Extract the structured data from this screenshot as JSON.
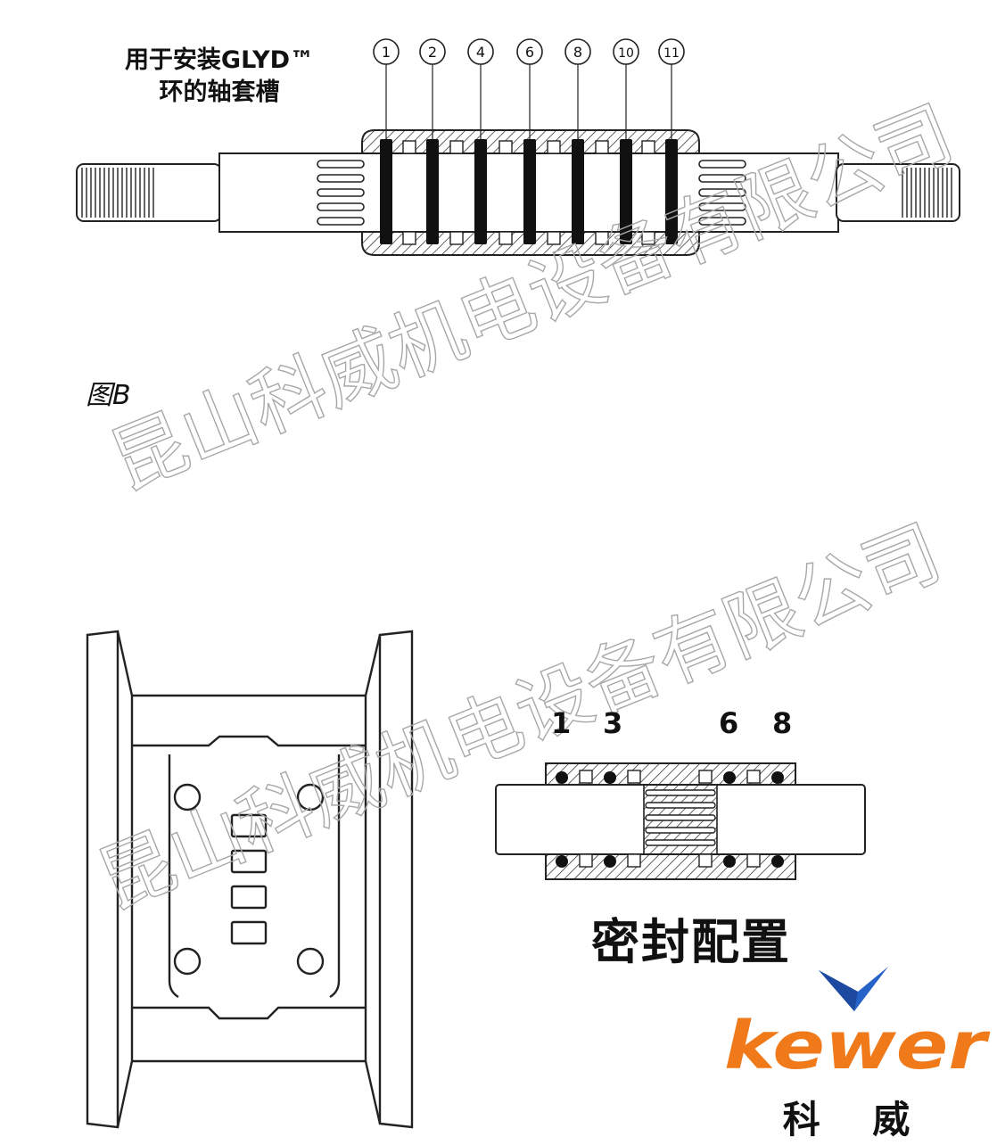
{
  "header": {
    "title_line1": "用于安装GLYD™",
    "title_line2": "环的轴套槽"
  },
  "figure": {
    "label": "图B",
    "groove_numbers": [
      "1",
      "2",
      "4",
      "6",
      "8",
      "10",
      "11"
    ]
  },
  "seal_config": {
    "numbers": [
      "1",
      "3",
      "6",
      "8"
    ],
    "title": "密封配置"
  },
  "watermark": {
    "line1": "昆山科威机电设备有限公司",
    "line2": "昆山科威机电设备有限公司"
  },
  "brand": {
    "logo_text": "kewer",
    "name_cn": "科 威",
    "colors": {
      "orange": "#f07a1a",
      "blue": "#2563c9"
    }
  }
}
